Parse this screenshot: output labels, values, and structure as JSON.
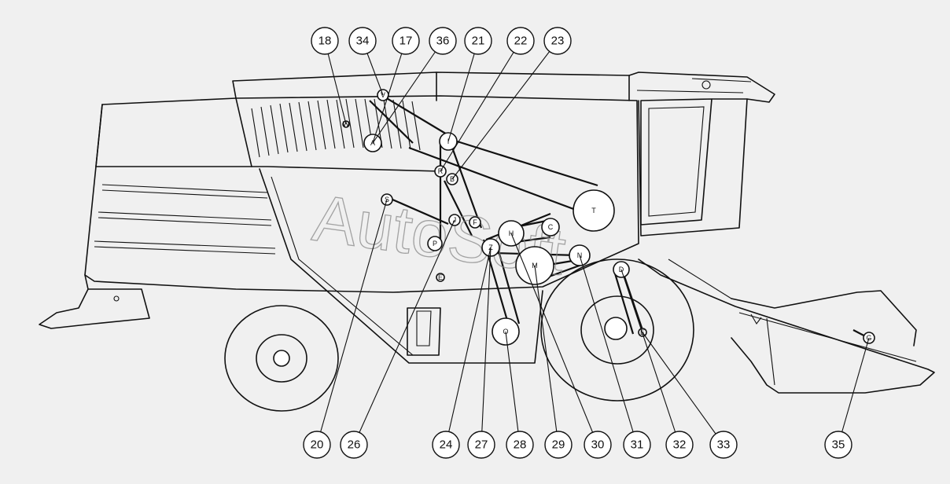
{
  "watermark": "AutoSoft",
  "callouts": [
    {
      "number": "18",
      "target": "W"
    },
    {
      "number": "34",
      "target": "V"
    },
    {
      "number": "17",
      "target": "A"
    },
    {
      "number": "36",
      "target": "A"
    },
    {
      "number": "21",
      "target": "I"
    },
    {
      "number": "22",
      "target": "R"
    },
    {
      "number": "23",
      "target": "B"
    },
    {
      "number": "20",
      "target": "S"
    },
    {
      "number": "26",
      "target": "J"
    },
    {
      "number": "24",
      "target": "Z"
    },
    {
      "number": "27",
      "target": "Z"
    },
    {
      "number": "28",
      "target": "O"
    },
    {
      "number": "29",
      "target": "M"
    },
    {
      "number": "30",
      "target": "H"
    },
    {
      "number": "31",
      "target": "N"
    },
    {
      "number": "32",
      "target": "D"
    },
    {
      "number": "33",
      "target": "E2"
    },
    {
      "number": "35",
      "target": "G"
    }
  ],
  "pulleys": [
    {
      "id": "W",
      "label": "W"
    },
    {
      "id": "V",
      "label": "V"
    },
    {
      "id": "A",
      "label": "A"
    },
    {
      "id": "I",
      "label": "I"
    },
    {
      "id": "T",
      "label": "T"
    },
    {
      "id": "R",
      "label": "R"
    },
    {
      "id": "B",
      "label": "B"
    },
    {
      "id": "S",
      "label": "S"
    },
    {
      "id": "J",
      "label": "J"
    },
    {
      "id": "F",
      "label": "F"
    },
    {
      "id": "P",
      "label": "P"
    },
    {
      "id": "E",
      "label": "E"
    },
    {
      "id": "H",
      "label": "H"
    },
    {
      "id": "C",
      "label": "C"
    },
    {
      "id": "Z",
      "label": "Z"
    },
    {
      "id": "M",
      "label": "M"
    },
    {
      "id": "N",
      "label": "N"
    },
    {
      "id": "O",
      "label": "O"
    },
    {
      "id": "D",
      "label": "D"
    },
    {
      "id": "E2",
      "label": "E"
    },
    {
      "id": "G",
      "label": "G"
    }
  ]
}
